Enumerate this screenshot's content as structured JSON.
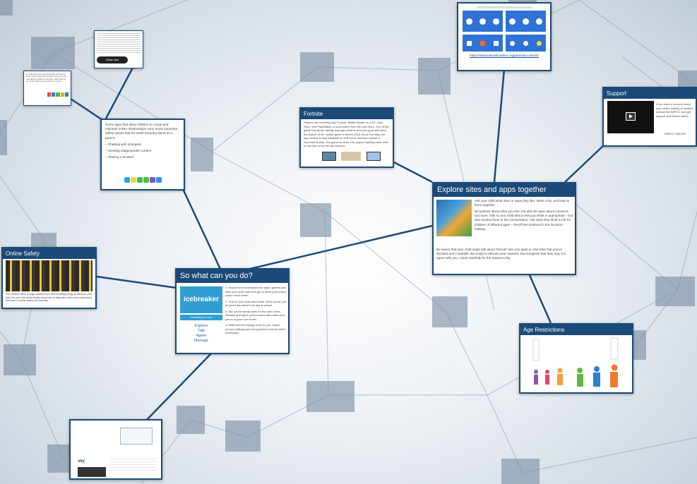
{
  "nodes": {
    "hub": {
      "title": "So what can you do?",
      "logo_text": "icebreaker",
      "logo_sub": "Crossing the Line",
      "words": [
        "Explore",
        "Talk",
        "Agree",
        "Manage"
      ],
      "points": [
        "1. Explore and understand the apps, games and sites your child uses and get to know your child's online world better.",
        "2. Chat to your child about their online world, just as you'd ask about it all day at school.",
        "3. Set out the family rules for the web online. Discuss and agree ground rules and make sure you're a good role model.",
        "4. Make the technology work for you. Adjust privacy settings and use parental controls where necessary."
      ]
    },
    "explore": {
      "title": "Explore sites and apps together",
      "para1": "Ask your child what sites or apps they like. Write a list, and look at them together.",
      "para2": "Be positive about what you see, but also be open about concerns you have: 'talk to your child about what you think is appropriate – but also involve them in the conversation. Ask what they think is OK for children of different ages – they'll feel involved in the decision-making.",
      "para3": "Be aware that your child might talk about 'friends' who use apps or visit sites that you've decided aren't suitable. Be ready to discuss your reasons, but recognise that they may not agree with you. Listen carefully for the reasons why."
    },
    "fortnite": {
      "title": "Fortnite",
      "body": "Players can currently play Fortnite: Battle Royale on a PC, Mac, Xbox, and PlayStation or download it from the App Store. One of the game has grown rapidly amongst children and young people since the launch of the mobile game in March 2018. As of 2nd May, the app version is only available on iOS but an Android release is expected shortly. The game involves 100 players fighting each other in real time to be the last survivor."
    },
    "support": {
      "title": "Support",
      "caption": "If you have a concern about your child's activity or content, contact the NSPCC and get support and advice online.",
      "sub": "NSPCC ONLINE"
    },
    "age": {
      "title": "Age Restrictions"
    },
    "online_safety": {
      "title": "Online Safety",
      "caption": "The internet offers a huge variety of fun and enriching things to discover with kids. Be sure that all the family know how to stay safe online and understand their part in online safety and security."
    },
    "parental": {
      "url": "https://www.internetmatters.org/parental-controls/"
    },
    "chat": {
      "intro": "Some apps that allow children to create and maintain online relationships carry some important safety issues that it's worth knowing about as a parent:",
      "items": [
        "Chatting with strangers",
        "Sending inappropriate content",
        "Sharing a location"
      ]
    },
    "doc": {
      "text": "To understand the potential benefits and risks of social media, keep informed about how your child uses different platforms and apps. Take a look at the social media parents guide for more tips."
    },
    "share": {
      "label": "Share this"
    },
    "bottom": {
      "logo_text": "sky"
    }
  },
  "colors": {
    "frame": "#1b4a78",
    "edge": "#1b4a78",
    "bg_square": "#7f93a8"
  }
}
